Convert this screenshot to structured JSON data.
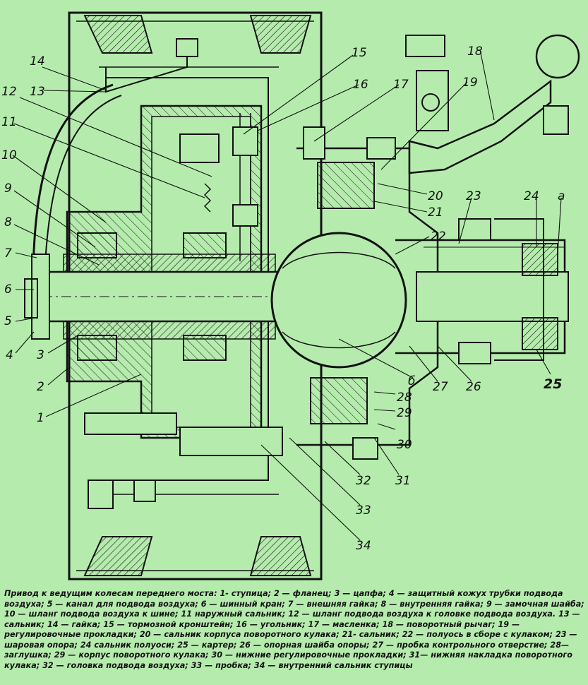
{
  "figure": {
    "caption": "Привод к ведущим колесам переднего моста: 1- ступица; 2 — фланец; 3 — цапфа; 4 — защитный кожух трубки подвода воздуха; 5 — канал для подвода воздуха; 6 — шинный кран; 7 — внешняя гайка; 8 — внутренняя гайка; 9 — замочная шайба; 10 — шланг подвода воздуха к шине; 11 наружный сальник; 12 — шланг подвода воздуха к головке подвода воздуха. 13 — сальник; 14 — гайка; 15 — тормозной кронштейн; 16 — угольник; 17 — масленка; 18 — поворотный рычаг; 19 — регулировочные прокладки; 20 — сальник корпуса поворотного кулака; 21- сальник; 22 — полуось в сборе с кулаком; 23 — шаровая опора; 24 сальник полуоси; 25 — картер; 26 — опорная шайба опоры; 27 — пробка контрольного отверстие; 28— заглушка; 29 — корпус поворотного кулака; 30 — нижние регулировочные прокладки; 31— нижняя накладка поворотного кулака; 32 — головка подвода воздуха; 33 — пробка; 34 — внутренний сальник ступицы"
  },
  "callouts": {
    "c1": "1",
    "c2": "2",
    "c3": "3",
    "c4": "4",
    "c5": "5",
    "c6": "6",
    "c7": "7",
    "c8": "8",
    "c9": "9",
    "c10": "10",
    "c11": "11",
    "c12": "12",
    "c13": "13",
    "c14": "14",
    "c15": "15",
    "c16": "16",
    "c17": "17",
    "c18": "18",
    "c19": "19",
    "c20": "20",
    "c21": "21",
    "c22": "22",
    "c23": "23",
    "c24": "24",
    "ca": "a",
    "c25": "25",
    "c26": "26",
    "c27": "27",
    "c28": "28",
    "c29": "29",
    "c30": "30",
    "c31": "31",
    "c32": "32",
    "c33": "33",
    "c34": "34",
    "cb": "б"
  },
  "colors": {
    "background": "#b5ecad",
    "ink": "#111111"
  }
}
